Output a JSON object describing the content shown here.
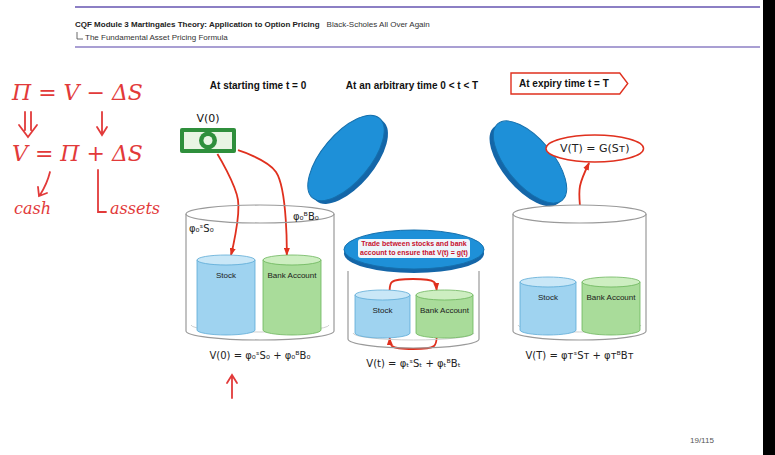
{
  "diagram": {
    "nodes": [
      {
        "text": [
          "At expiry time t = T"
        ]
      },
      {
        "text": [
          "V(0)"
        ]
      },
      {
        "text": [
          "V(0) = φ₀ˢS₀ + φ₀ᴮB₀"
        ]
      },
      {
        "text": [
          "Stock"
        ],
        "in": 2
      },
      {
        "text": [
          "Bank Account"
        ],
        "in": 2
      },
      {
        "text": [
          "Trade between stocks and bank account to ensure that V(t) = g(t)"
        ]
      },
      {
        "text": [
          "V(t) = φₜˢSₜ + φₜᴮBₜ"
        ]
      },
      {
        "text": [
          "Stock"
        ],
        "in": 6
      },
      {
        "text": [
          "Bank Account"
        ],
        "in": 6
      },
      {
        "text": [
          "V(T) = G(Sᴛ)"
        ]
      },
      {
        "text": [
          "V(T) = φᴛˢSᴛ + φᴛᴮBᴛ"
        ]
      },
      {
        "text": [
          "Stock"
        ],
        "in": 10
      },
      {
        "text": [
          "Bank Account"
        ],
        "in": 10
      }
    ],
    "edges": [
      {
        "from": 1,
        "to": 3,
        "arrow": "to"
      },
      {
        "from": 1,
        "to": 4,
        "arrow": "to"
      },
      {
        "from": 7,
        "to": 8,
        "arrow": "to"
      },
      {
        "from": 8,
        "to": 7,
        "arrow": "to"
      },
      {
        "from": 10,
        "to": 9,
        "arrow": "to"
      }
    ],
    "labels": [
      "CQF Module 3 Martingales Theory: Application to Option Pricing",
      "Black-Scholes All Over Again",
      "The Fundamental Asset Pricing Formula",
      "At starting time t = 0",
      "At an arbitrary time 0 < t < T",
      "φ₀ˢS₀",
      "φ₀ᴮB₀",
      "Π = V − ΔS",
      "V = Π + ΔS",
      "cash",
      "assets",
      "19/115"
    ]
  }
}
